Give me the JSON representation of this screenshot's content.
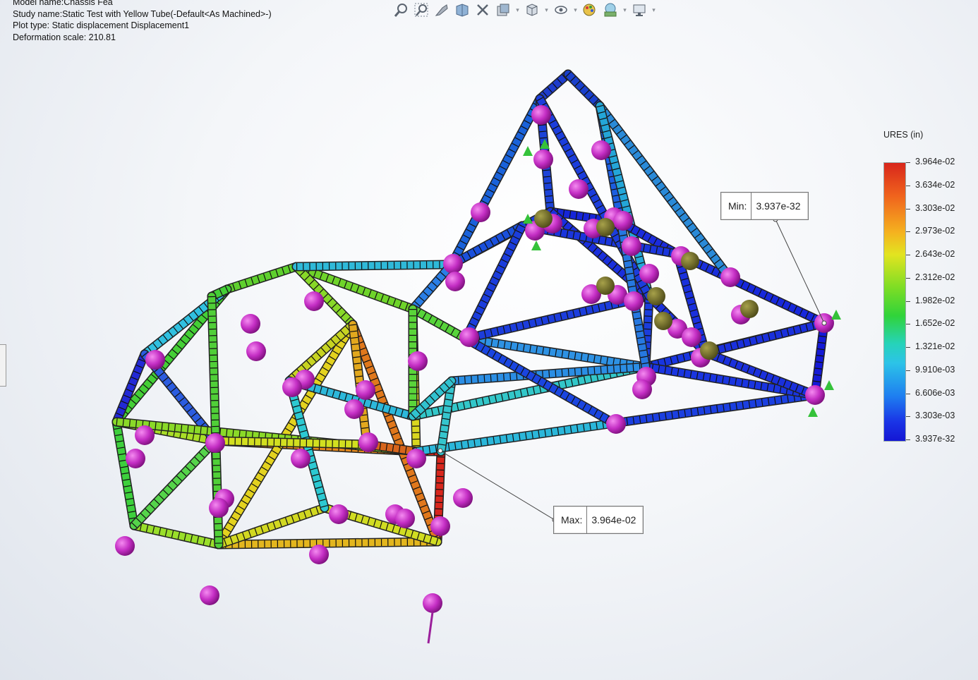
{
  "info": {
    "model_name": "Model name:Chassis Fea",
    "study_name": "Study name:Static Test with Yellow Tube(-Default<As Machined>-)",
    "plot_type": "Plot type: Static displacement Displacement1",
    "deformation_scale": "Deformation scale: 210.81"
  },
  "toolbar": {
    "icons": [
      "zoom-to-fit-icon",
      "zoom-area-icon",
      "previous-view-icon",
      "section-view-icon",
      "view-tools-icon",
      "display-style-icon",
      "view-orientation-icon",
      "hide-show-icon",
      "edit-appearance-icon",
      "apply-scene-icon",
      "view-settings-icon"
    ]
  },
  "legend": {
    "title": "URES (in)",
    "labels": [
      "3.964e-02",
      "3.634e-02",
      "3.303e-02",
      "2.973e-02",
      "2.643e-02",
      "2.312e-02",
      "1.982e-02",
      "1.652e-02",
      "1.321e-02",
      "9.910e-03",
      "6.606e-03",
      "3.303e-03",
      "3.937e-32"
    ]
  },
  "min_callout": {
    "key": "Min:",
    "value": "3.937e-32"
  },
  "max_callout": {
    "key": "Max:",
    "value": "3.964e-02"
  },
  "colors": {
    "max_red": "#d8261c",
    "mid_green": "#30d33a",
    "min_blue": "#1416d4",
    "node_magenta": "#c42ec4"
  }
}
